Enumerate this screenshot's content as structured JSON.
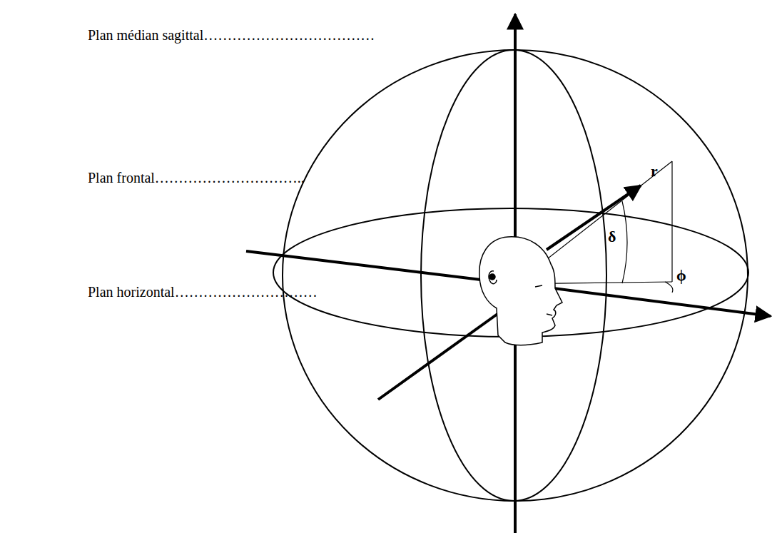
{
  "diagram": {
    "labels": [
      "Plan médian sagittal………………………………",
      "Plan frontal…………………………..",
      "Plan horizontal…………………………",
      "r",
      "δ",
      "ϕ"
    ]
  }
}
